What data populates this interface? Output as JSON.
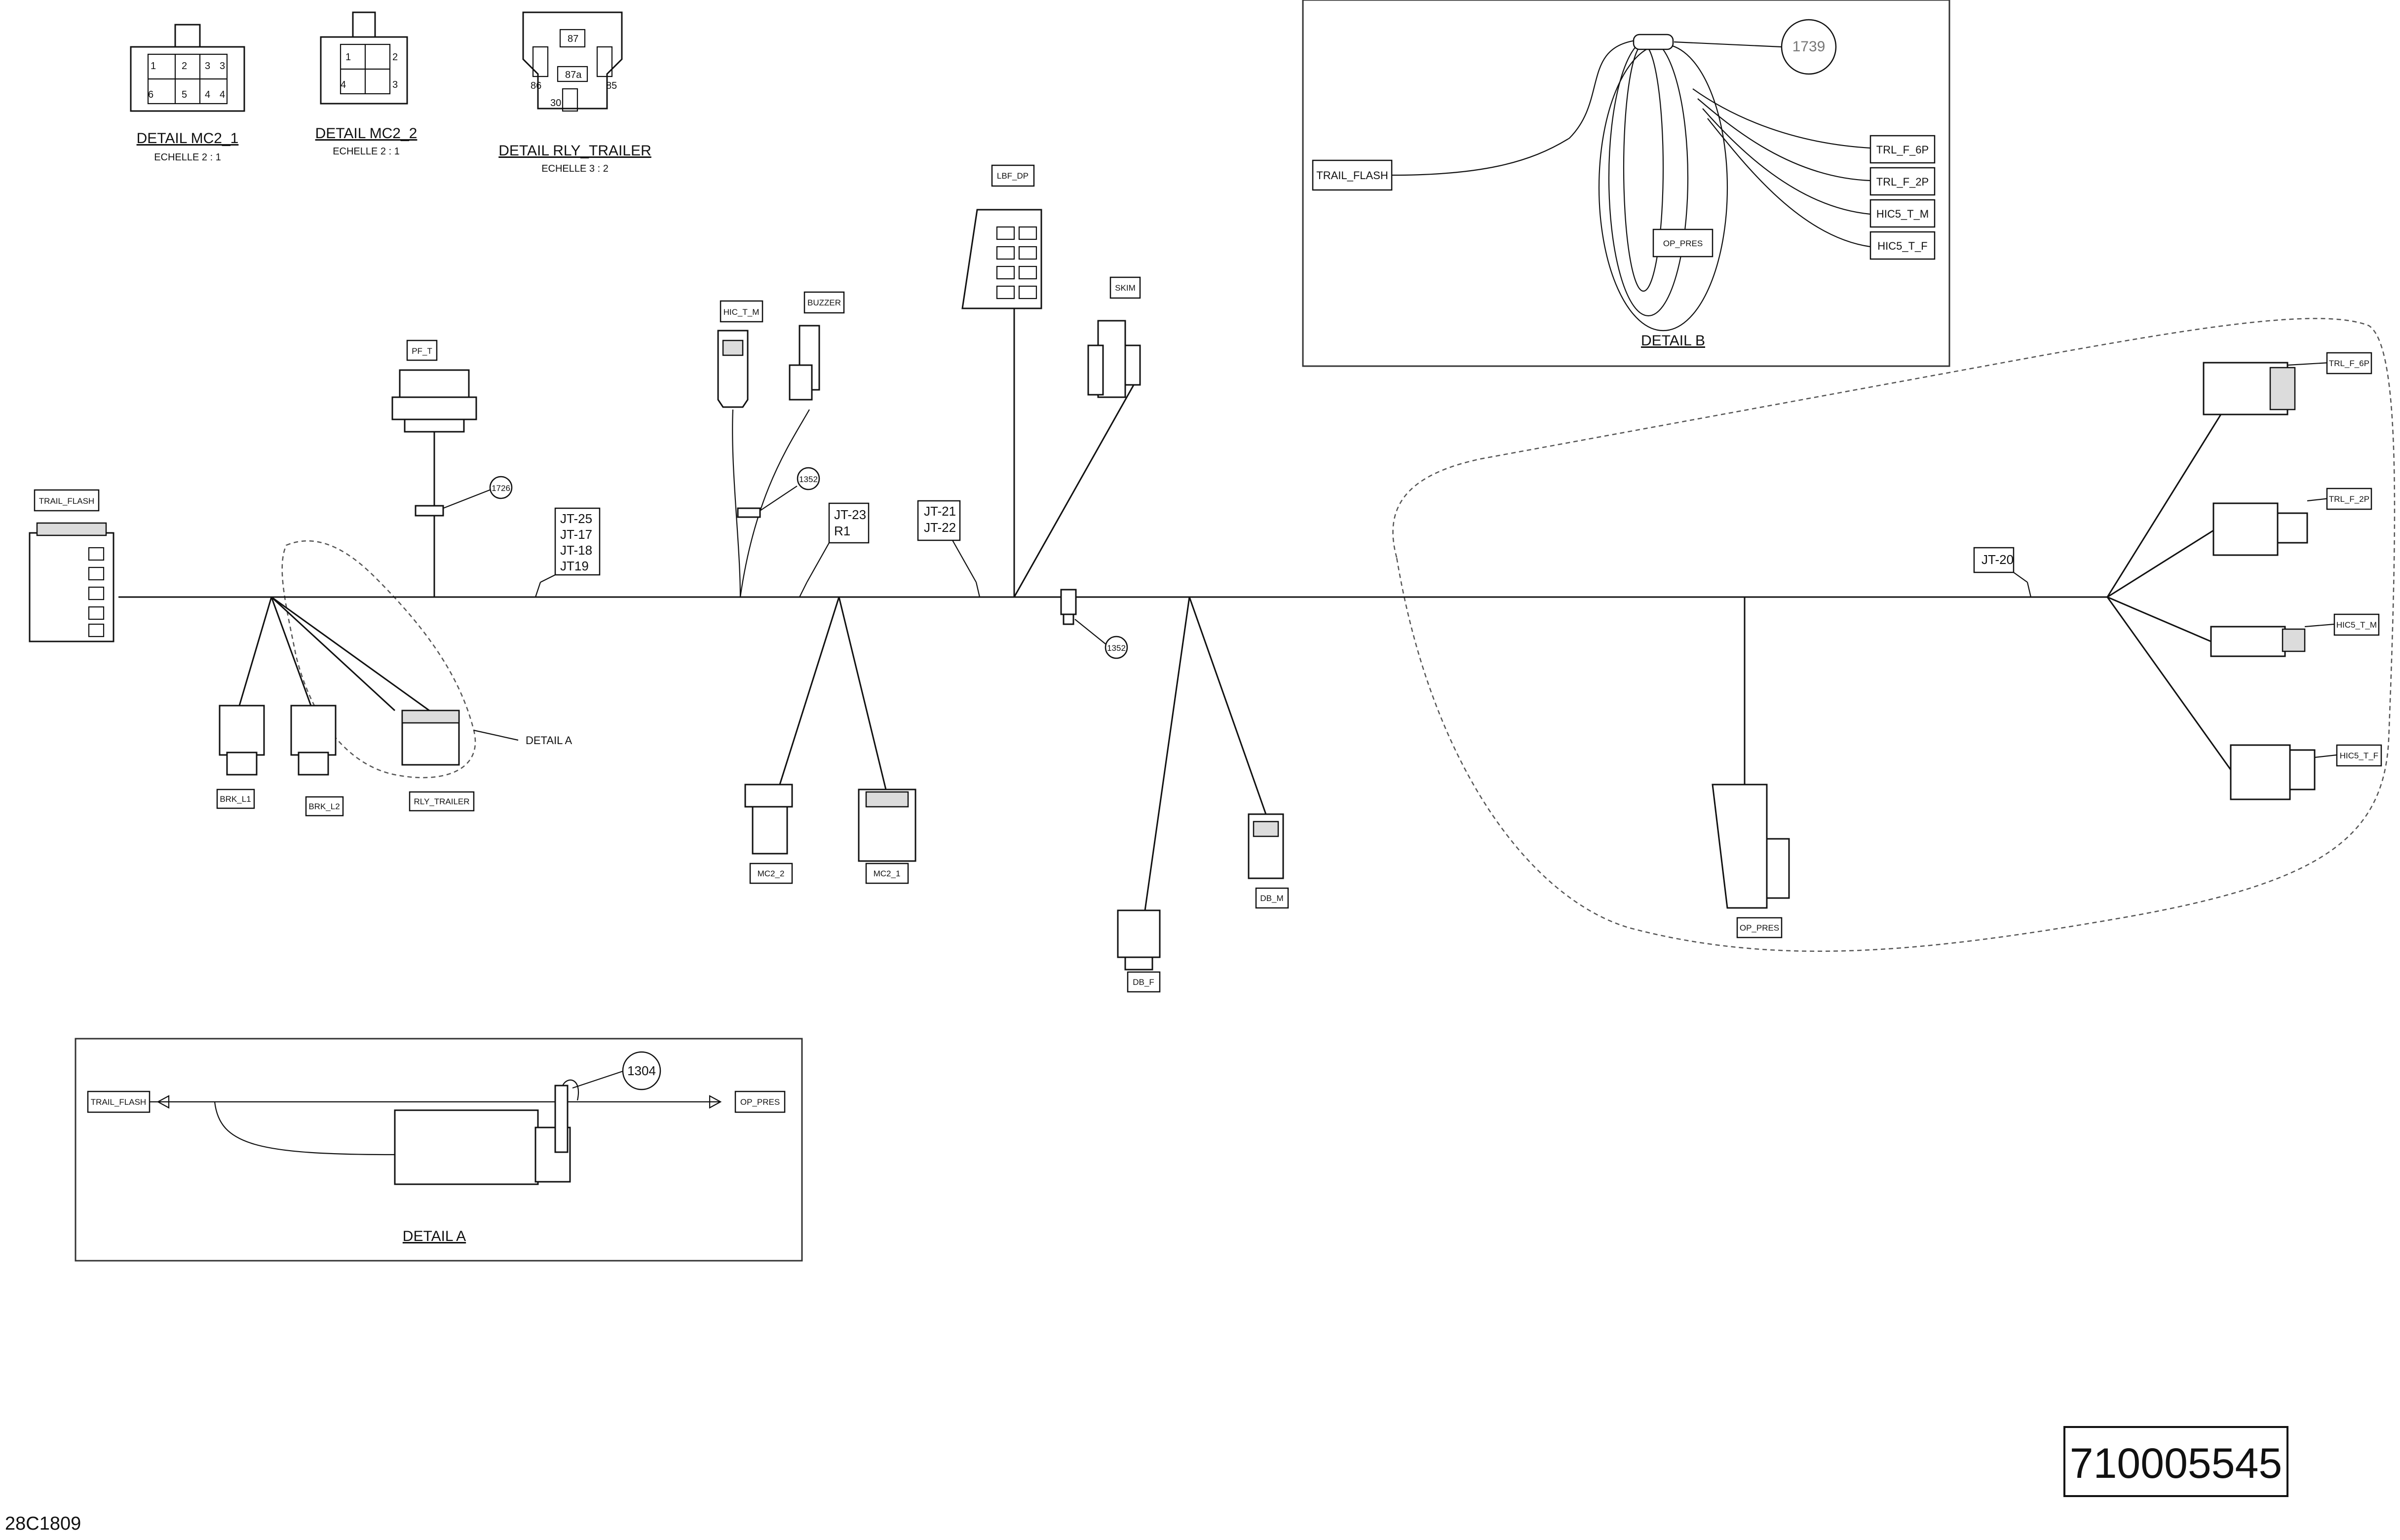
{
  "details_top": {
    "mc2_1": {
      "title": "DETAIL  MC2_1",
      "scale": "ECHELLE 2 : 1",
      "pins": [
        "1",
        "2",
        "3",
        "3",
        "6",
        "5",
        "4",
        "4"
      ]
    },
    "mc2_2": {
      "title": "DETAIL  MC2_2",
      "scale": "ECHELLE 2 : 1",
      "pins": [
        "1",
        "2",
        "4",
        "3"
      ]
    },
    "rly": {
      "title": "DETAIL  RLY_TRAILER",
      "scale": "ECHELLE  3 : 2",
      "pins": [
        "87",
        "87a",
        "86",
        "85",
        "30"
      ]
    }
  },
  "connectors": {
    "trail_flash": "TRAIL_FLASH",
    "pf_t": "PF_T",
    "hic_t_m": "HIC_T_M",
    "buzzer": "BUZZER",
    "lbf_dp": "LBF_DP",
    "skim": "SKIM",
    "brk_l1": "BRK_L1",
    "brk_l2": "BRK_L2",
    "rly_trailer": "RLY_TRAILER",
    "mc2_2": "MC2_2",
    "mc2_1": "MC2_1",
    "db_f": "DB_F",
    "db_m": "DB_M",
    "op_pres": "OP_PRES",
    "trl_f_6p": "TRL_F_6P",
    "trl_f_2p": "TRL_F_2P",
    "hic5_t_m": "HIC5_T_M",
    "hic5_t_f": "HIC5_T_F"
  },
  "junctions": {
    "jt_group1": [
      "JT-25",
      "JT-17",
      "JT-18",
      "JT19"
    ],
    "jt_group2": [
      "JT-23",
      "R1"
    ],
    "jt_group3": [
      "JT-21",
      "JT-22"
    ],
    "jt_20": "JT-20"
  },
  "callouts": {
    "c1726": "1726",
    "c1352a": "1352",
    "c1352b": "1352",
    "c1304": "1304",
    "c1739": "1739"
  },
  "detail_a_ref": "DETAIL A",
  "detail_a": {
    "title": "DETAIL A",
    "left": "TRAIL_FLASH",
    "right": "OP_PRES"
  },
  "detail_b": {
    "title": "DETAIL B",
    "left": "TRAIL_FLASH",
    "center": "OP_PRES",
    "right": [
      "TRL_F_6P",
      "TRL_F_2P",
      "HIC5_T_M",
      "HIC5_T_F"
    ]
  },
  "part_number": "710005545",
  "drawing_code": "28C1809"
}
